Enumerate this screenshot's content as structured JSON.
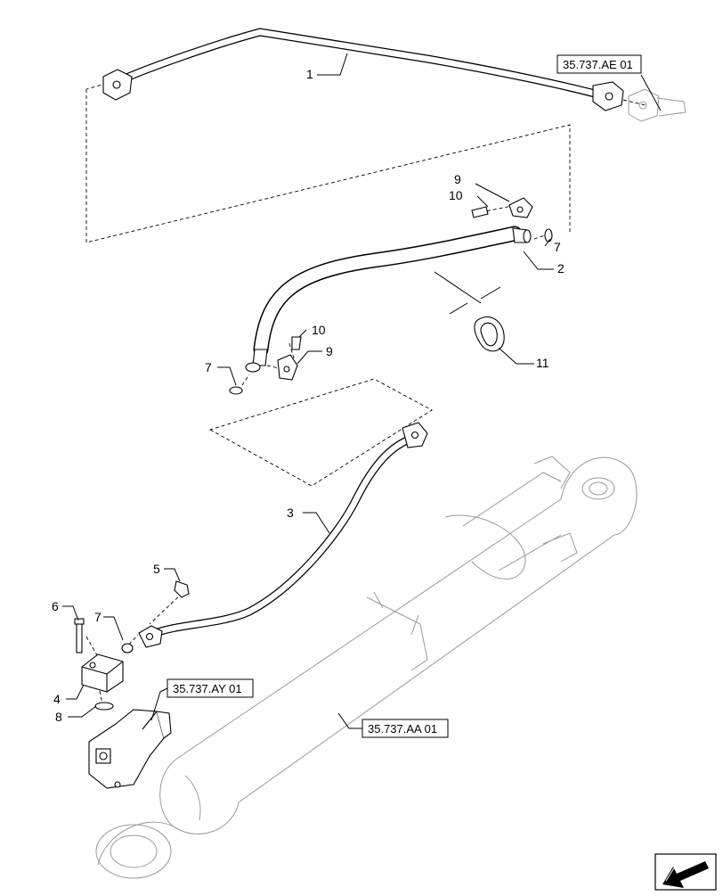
{
  "callouts": {
    "c1": "1",
    "c2": "2",
    "c3": "3",
    "c4": "4",
    "c5": "5",
    "c6": "6",
    "c7a": "7",
    "c7b": "7",
    "c7c": "7",
    "c8": "8",
    "c9a": "9",
    "c9b": "9",
    "c10a": "10",
    "c10b": "10",
    "c11": "11"
  },
  "references": {
    "ae": "35.737.AE 01",
    "ay": "35.737.AY 01",
    "aa": "35.737.AA 01"
  },
  "nav": {
    "icon": "arrow-icon"
  }
}
